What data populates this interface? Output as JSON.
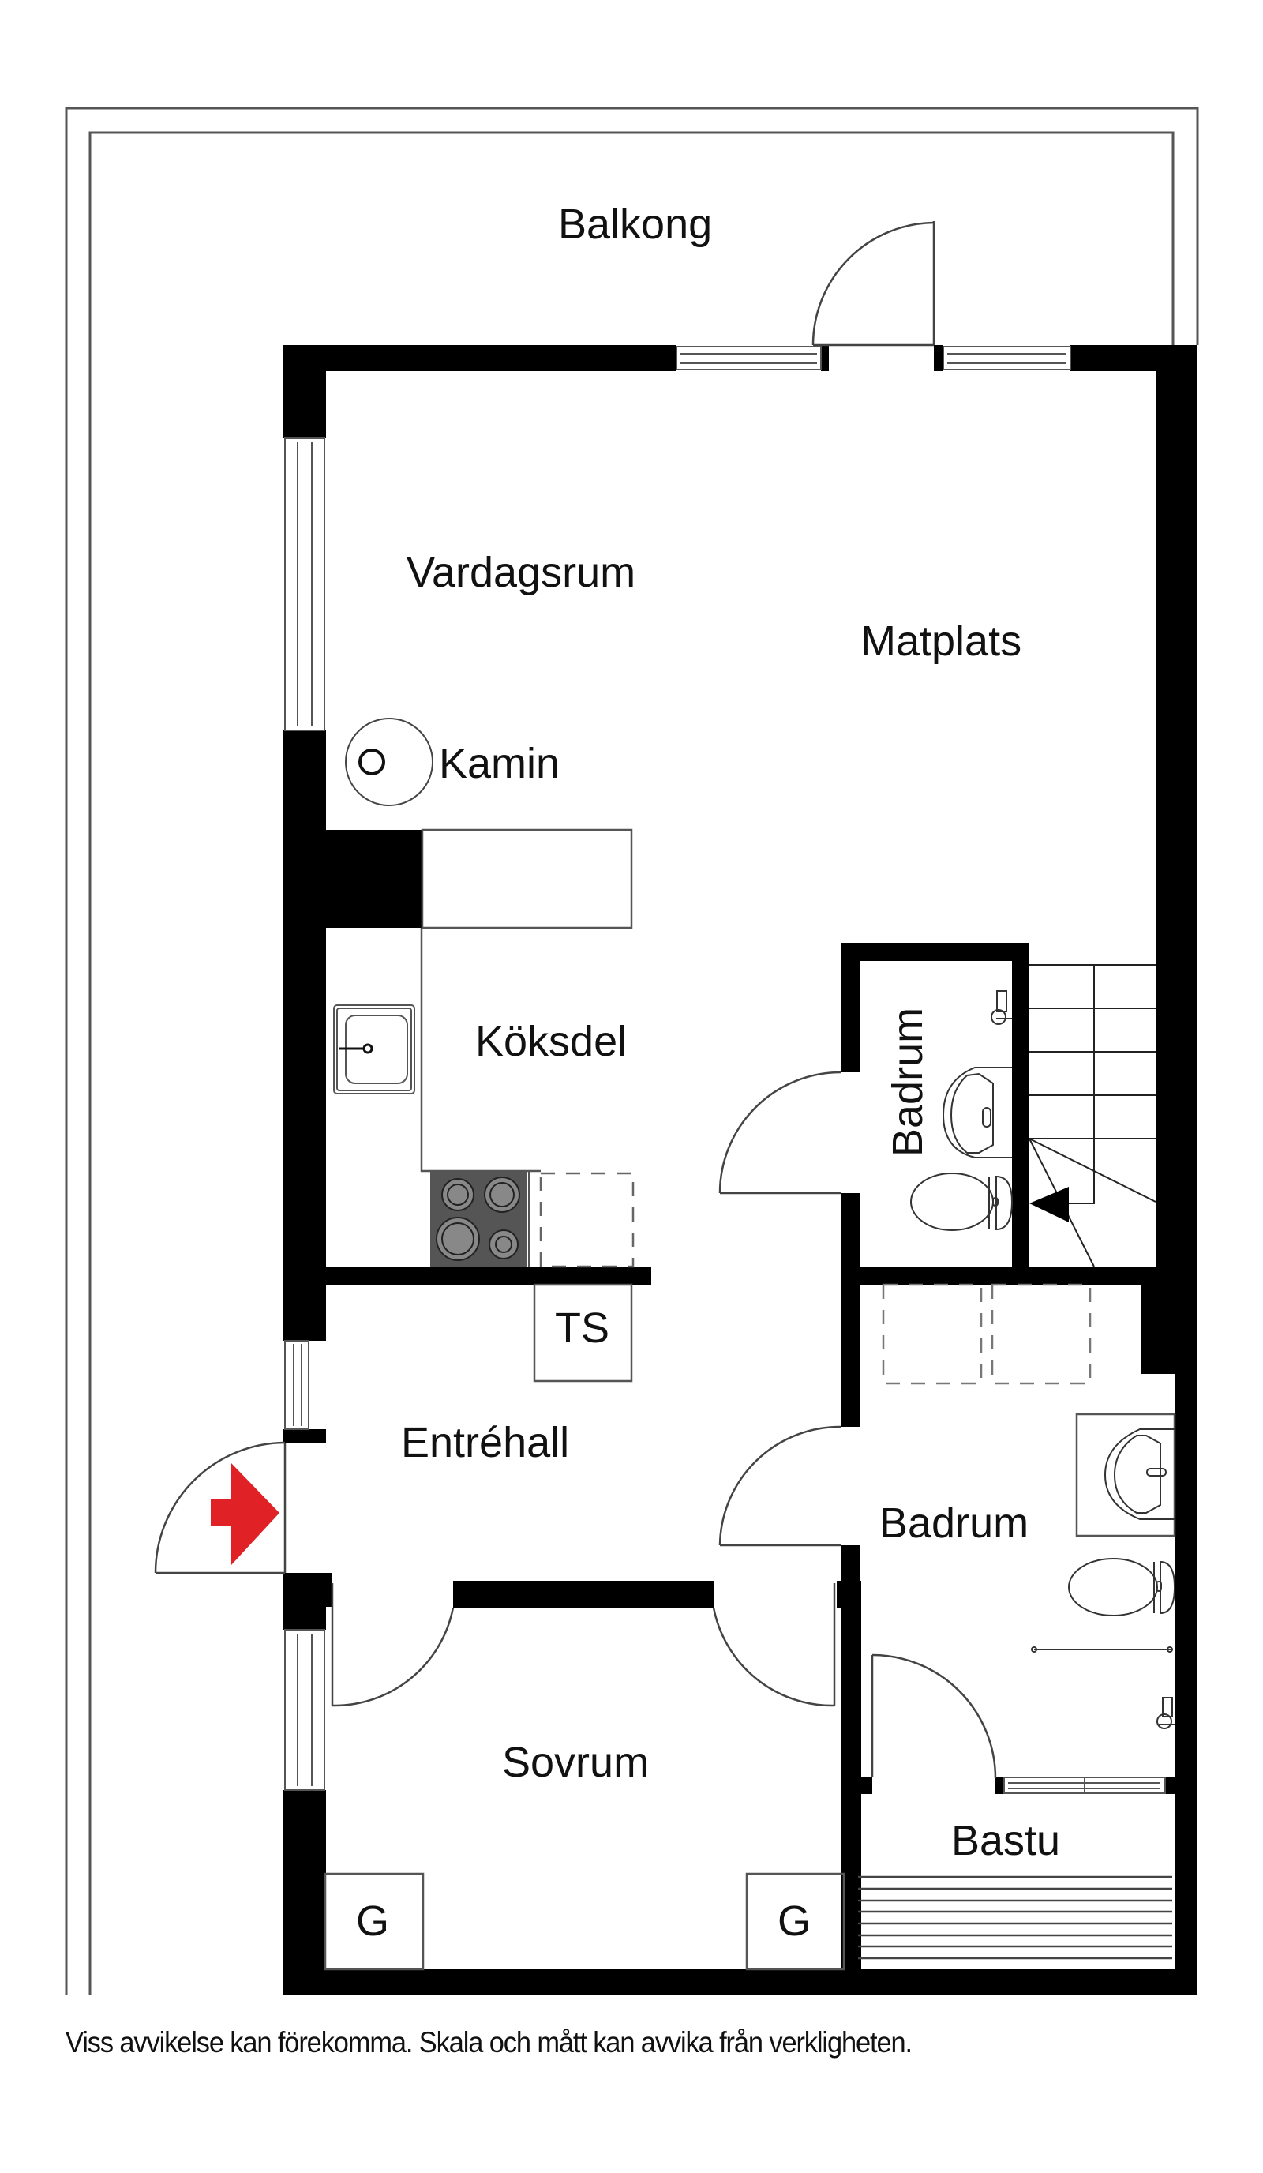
{
  "rooms": {
    "balkong": "Balkong",
    "vardagsrum": "Vardagsrum",
    "matplats": "Matplats",
    "kamin": "Kamin",
    "koksdel": "Köksdel",
    "badrum_small": "Badrum",
    "entrehall": "Entréhall",
    "badrum_large": "Badrum",
    "sovrum": "Sovrum",
    "bastu": "Bastu"
  },
  "fixtures": {
    "ts": "TS",
    "wardrobe_left": "G",
    "wardrobe_right": "G"
  },
  "footer": {
    "disclaimer": "Viss avvikelse kan förekomma. Skala och mått kan avvika från verkligheten."
  },
  "colors": {
    "wall": "#000000",
    "line": "#555555",
    "entrance_arrow": "#e02226",
    "stove": "#555555",
    "stove_burner": "#888888"
  }
}
